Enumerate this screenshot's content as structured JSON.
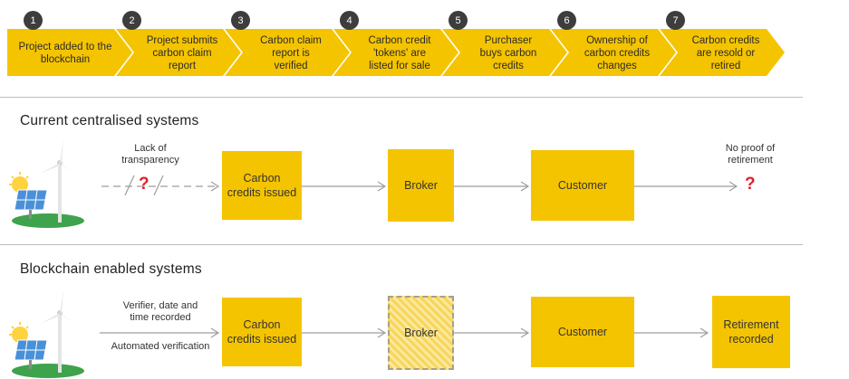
{
  "steps": [
    {
      "number": "1",
      "label": "Project added to the\nblockchain"
    },
    {
      "number": "2",
      "label": "Project submits\ncarbon claim\nreport"
    },
    {
      "number": "3",
      "label": "Carbon claim\nreport is\nverified"
    },
    {
      "number": "4",
      "label": "Carbon credit\n'tokens' are\nlisted for sale"
    },
    {
      "number": "5",
      "label": "Purchaser\nbuys carbon\ncredits"
    },
    {
      "number": "6",
      "label": "Ownership of\ncarbon credits\nchanges"
    },
    {
      "number": "7",
      "label": "Carbon credits\nare resold or\nretired"
    }
  ],
  "centralised": {
    "title": "Current centralised systems",
    "note": "Lack of\ntransparency",
    "question_mark": "?",
    "boxes": [
      "Carbon\ncredits issued",
      "Broker",
      "Customer"
    ],
    "end_note": "No proof of\nretirement",
    "end_question_mark": "?"
  },
  "blockchain": {
    "title": "Blockchain enabled systems",
    "note_top": "Verifier, date and\ntime recorded",
    "note_bottom": "Automated verification",
    "boxes": [
      "Carbon\ncredits issued",
      "Broker",
      "Customer",
      "Retirement\nrecorded"
    ]
  },
  "colors": {
    "accent": "#f5c400",
    "badge": "#3d3d3d",
    "question": "#e0202a",
    "line": "#9e9e9e"
  }
}
